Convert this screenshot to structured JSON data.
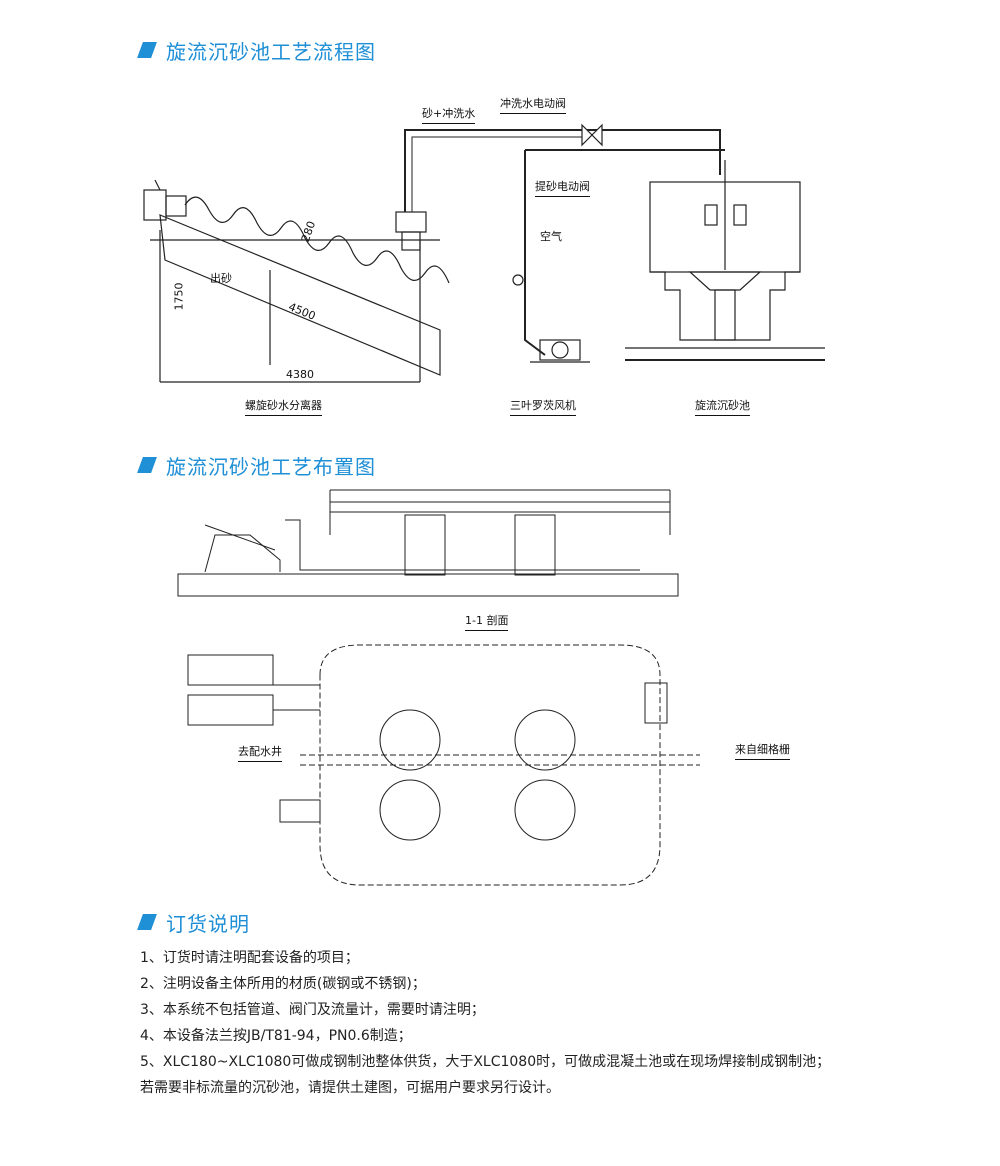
{
  "sections": [
    {
      "title": "旋流沉砂池工艺流程图"
    },
    {
      "title": "旋流沉砂池工艺布置图"
    },
    {
      "title": "订货说明"
    }
  ],
  "flow_diagram": {
    "labels": {
      "sand_water": "砂+冲洗水",
      "flush_valve": "冲洗水电动阀",
      "lift_valve": "提砂电动阀",
      "air": "空气",
      "sand_out": "出砂",
      "dim_280": "280",
      "dim_1750": "1750",
      "dim_4500": "4500",
      "dim_4380": "4380",
      "separator": "螺旋砂水分离器",
      "blower": "三叶罗茨风机",
      "tank": "旋流沉砂池"
    }
  },
  "layout_diagram": {
    "labels": {
      "section": "1-1 剖面",
      "to_well": "去配水井",
      "from_screen": "来自细格栅"
    }
  },
  "order_notes": [
    "1、订货时请注明配套设备的项目；",
    "2、注明设备主体所用的材质(碳钢或不锈钢)；",
    "3、本系统不包括管道、阀门及流量计，需要时请注明；",
    "4、本设备法兰按JB/T81-94，PN0.6制造；",
    "5、XLC180~XLC1080可做成钢制池整体供货，大于XLC1080时，可做成混凝土池或在现场焊接制成钢制池；",
    "若需要非标流量的沉砂池，请提供土建图，可据用户要求另行设计。"
  ],
  "colors": {
    "accent": "#1f8fd6",
    "line": "#222222"
  }
}
